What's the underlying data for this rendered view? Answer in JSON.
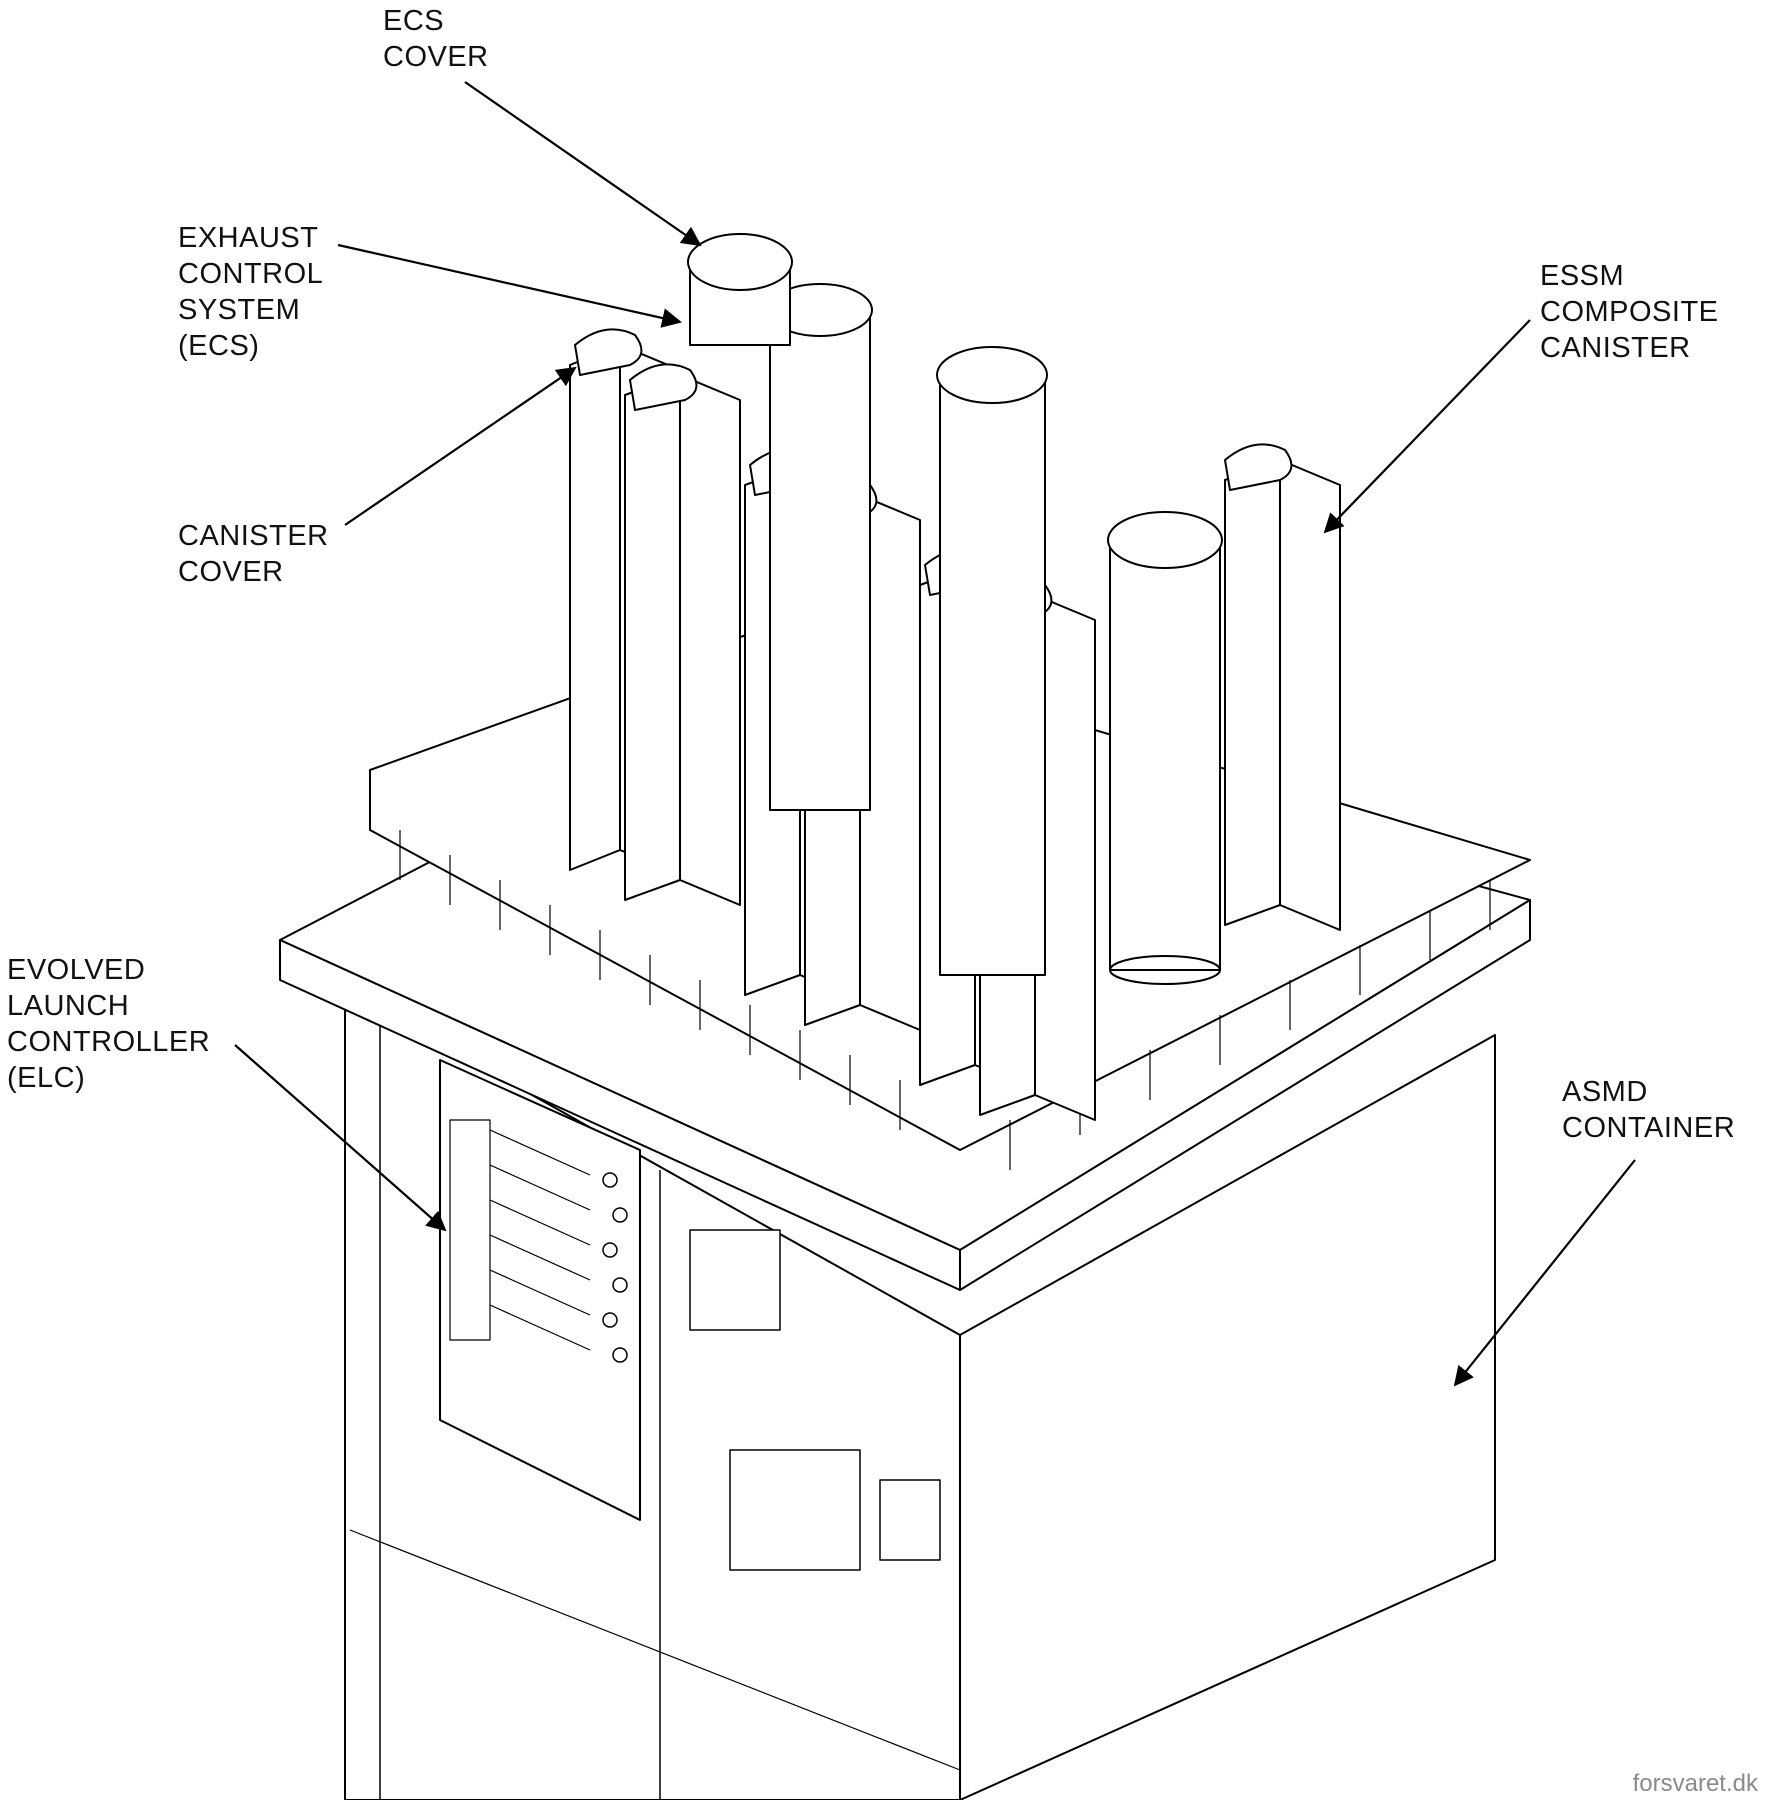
{
  "diagram": {
    "subject": "ESSM launcher module in ASMD container (isometric line drawing)",
    "labels": {
      "ecs_cover": [
        "ECS",
        "COVER"
      ],
      "exhaust_control_system": [
        "EXHAUST",
        "CONTROL",
        "SYSTEM",
        "(ECS)"
      ],
      "canister_cover": [
        "CANISTER",
        "COVER"
      ],
      "essm_composite_canister": [
        "ESSM",
        "COMPOSITE",
        "CANISTER"
      ],
      "evolved_launch_controller": [
        "EVOLVED",
        "LAUNCH",
        "CONTROLLER",
        "(ELC)"
      ],
      "asmd_container": [
        "ASMD",
        "CONTAINER"
      ]
    },
    "watermark": "forsvaret.dk"
  }
}
